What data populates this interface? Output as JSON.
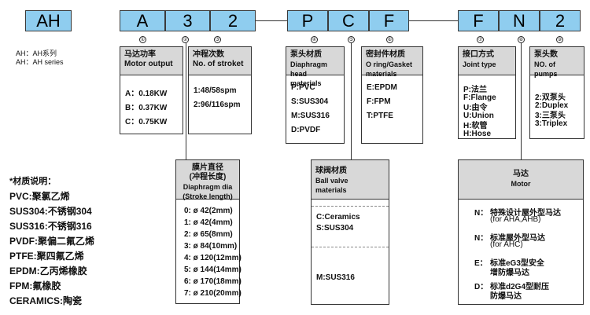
{
  "codes": {
    "series": "AH",
    "motor_power": "A",
    "stroke": "3",
    "diaphragm": "2",
    "head_material": "P",
    "seal_material": "C",
    "ball_valve": "F",
    "joint": "F",
    "motor": "N",
    "pumps": "2"
  },
  "series_note": {
    "line1": "AH：AH系列",
    "line2": "AH：AH series"
  },
  "numbers": [
    "①",
    "②",
    "③",
    "④",
    "⑤",
    "⑥",
    "⑦",
    "⑧",
    "⑨"
  ],
  "motor_power": {
    "title_cn": "马达功率",
    "title_en": "Motor output",
    "items": [
      "A：0.18KW",
      "B：0.37KW",
      "C：0.75KW"
    ]
  },
  "stroke": {
    "title_cn": "冲程次数",
    "title_en": "No. of stroket",
    "items": [
      "1:48/58spm",
      "2:96/116spm"
    ]
  },
  "head": {
    "title_cn": "泵头材质",
    "title_en": "Diaphragm head materials",
    "items": [
      "P:PVC",
      "S:SUS304",
      "M:SUS316",
      "D:PVDF"
    ]
  },
  "seal": {
    "title_cn": "密封件材质",
    "title_en": "O ring/Gasket materials",
    "items": [
      "E:EPDM",
      "F:FPM",
      "T:PTFE"
    ]
  },
  "joint": {
    "title_cn": "接口方式",
    "title_en": "Joint type",
    "items": [
      "P:法兰",
      "F:Flange",
      "U:由令",
      "U:Union",
      "H:软管",
      "H:Hose"
    ]
  },
  "pumps": {
    "title_cn": "泵头数",
    "title_en": "NO. of pumps",
    "items": [
      "2:双泵头",
      "2:Duplex",
      "3:三泵头",
      "3:Triplex"
    ]
  },
  "diaphragm": {
    "title_cn": "膜片直径",
    "title_cn2": "(冲程长度)",
    "title_en": "Diaphragm dia",
    "title_en2": "(Stroke length)",
    "items": [
      "0: ø 42(2mm)",
      "1: ø 42(4mm)",
      "2: ø 65(8mm)",
      "3: ø 84(10mm)",
      "4: ø 120(12mm)",
      "5: ø 144(14mm)",
      "6: ø 170(18mm)",
      "7: ø 210(20mm)"
    ]
  },
  "ball": {
    "title_cn": "球阀材质",
    "title_en": "Ball valve materials",
    "group1": [
      "C:Ceramics",
      "S:SUS304"
    ],
    "group2": [
      "M:SUS316"
    ]
  },
  "motor": {
    "title_cn": "马达",
    "title_en": "Motor",
    "items": [
      {
        "code": "N：",
        "line1": "特殊设计屋外型马达",
        "line2": "(for AHA,AHB)"
      },
      {
        "code": "N：",
        "line1": "标准屋外型马达",
        "line2": "(for AHC)"
      },
      {
        "code": "E：",
        "line1": "标准eG3型安全",
        "line2": "增防爆马达"
      },
      {
        "code": "D：",
        "line1": "标准d2G4型耐压",
        "line2": "防爆马达"
      }
    ]
  },
  "legend": {
    "title": "*材质说明：",
    "items": [
      "PVC:聚氯乙烯",
      "SUS304:不锈钢304",
      "SUS316:不锈钢316",
      "PVDF:聚偏二氟乙烯",
      "PTFE:聚四氟乙烯",
      "EPDM:乙丙烯橡胶",
      "FPM:氟橡胶",
      "CERAMICS:陶瓷"
    ]
  }
}
